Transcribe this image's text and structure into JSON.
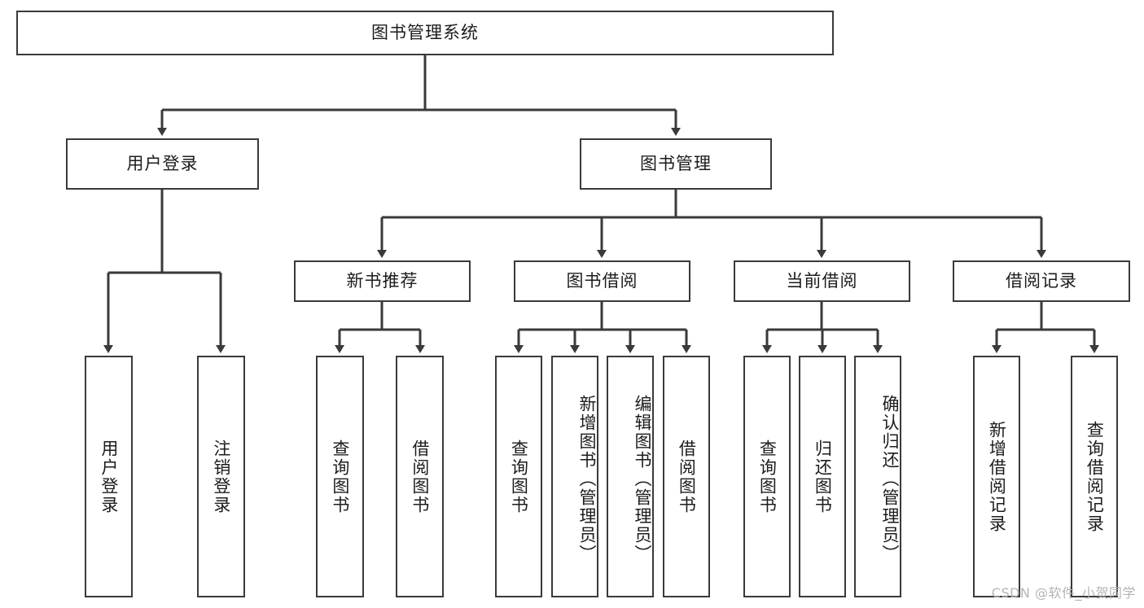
{
  "diagram": {
    "title": "图书管理系统",
    "watermark": "CSDN @软件_小贺同学",
    "colors": {
      "box_border": "#3a3a3a",
      "edge": "#3a3a3a",
      "background": "#ffffff",
      "text": "#1c1c1c",
      "watermark": "#b4b4b4"
    },
    "nodes": {
      "root": "图书管理系统",
      "level1": [
        "用户登录",
        "图书管理"
      ],
      "level2": [
        "新书推荐",
        "图书借阅",
        "当前借阅",
        "借阅记录"
      ],
      "leaves_user_login": [
        "用户登录",
        "注销登录"
      ],
      "leaves_new_book": [
        "查询图书",
        "借阅图书"
      ],
      "leaves_borrow": [
        "查询图书",
        "新增图书（管理员）",
        "编辑图书（管理员）",
        "借阅图书"
      ],
      "leaves_current": [
        "查询图书",
        "归还图书",
        "确认归还（管理员）"
      ],
      "leaves_record": [
        "新增借阅记录",
        "查询借阅记录"
      ]
    }
  }
}
